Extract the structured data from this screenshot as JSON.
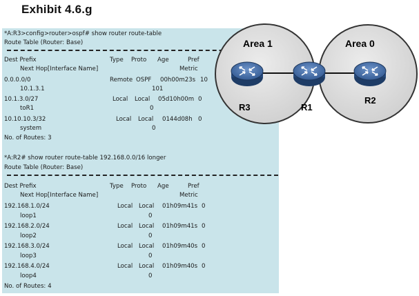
{
  "exhibit": {
    "title": "Exhibit 4.6.g"
  },
  "terminal": {
    "block1": {
      "prompt": "*A:R3>config>router>ospf# show router route-table",
      "subtitle": "Route Table (Router: Base)",
      "header": {
        "dest_prefix": "Dest Prefix",
        "type": "Type",
        "proto": "Proto",
        "age": "Age",
        "pref": "Pref",
        "next_hop": "Next Hop[Interface Name]",
        "metric": "Metric"
      },
      "rows": [
        {
          "prefix": "0.0.0.0/0",
          "type": "Remote",
          "proto": "OSPF",
          "age": "00h00m23s",
          "pref": "10",
          "next_hop": "10.1.3.1",
          "metric": "101"
        },
        {
          "prefix": "10.1.3.0/27",
          "type": "Local",
          "proto": "Local",
          "age": "05d10h00m",
          "pref": "0",
          "next_hop": "toR1",
          "metric": "0"
        },
        {
          "prefix": "10.10.10.3/32",
          "type": "Local",
          "proto": "Local",
          "age": "0144d08h",
          "pref": "0",
          "next_hop": "system",
          "metric": "0"
        }
      ],
      "footer": "No. of Routes: 3"
    },
    "block2": {
      "prompt": "*A:R2# show router route-table 192.168.0.0/16 longer",
      "subtitle": "Route Table (Router: Base)",
      "header": {
        "dest_prefix": "Dest Prefix",
        "type": "Type",
        "proto": "Proto",
        "age": "Age",
        "pref": "Pref",
        "next_hop": "Next Hop[Interface Name]",
        "metric": "Metric"
      },
      "rows": [
        {
          "prefix": "192.168.1.0/24",
          "type": "Local",
          "proto": "Local",
          "age": "01h09m41s",
          "pref": "0",
          "next_hop": "loop1",
          "metric": "0"
        },
        {
          "prefix": "192.168.2.0/24",
          "type": "Local",
          "proto": "Local",
          "age": "01h09m41s",
          "pref": "0",
          "next_hop": "loop2",
          "metric": "0"
        },
        {
          "prefix": "192.168.3.0/24",
          "type": "Local",
          "proto": "Local",
          "age": "01h09m40s",
          "pref": "0",
          "next_hop": "loop3",
          "metric": "0"
        },
        {
          "prefix": "192.168.4.0/24",
          "type": "Local",
          "proto": "Local",
          "age": "01h09m40s",
          "pref": "0",
          "next_hop": "loop4",
          "metric": "0"
        }
      ],
      "footer": "No. of Routes: 4"
    }
  },
  "diagram": {
    "area1_label": "Area 1",
    "area0_label": "Area 0",
    "routers": {
      "r3": "R3",
      "r1": "R1",
      "r2": "R2"
    },
    "colors": {
      "area_fill": "#d9d9d9",
      "router_blue": "#3f6aa3",
      "router_body": "#1f3f6e"
    }
  }
}
